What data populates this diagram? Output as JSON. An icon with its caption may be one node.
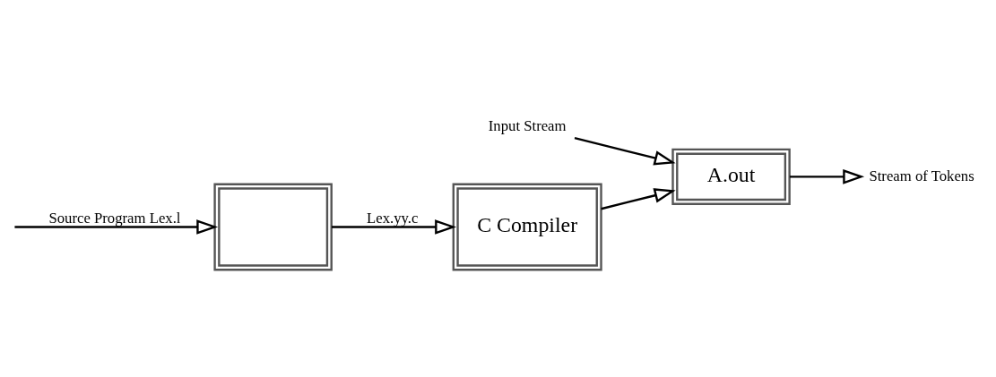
{
  "diagram": {
    "nodes": [
      {
        "text": [],
        "shape": "box"
      },
      {
        "text": [
          "C Compiler"
        ]
      },
      {
        "text": [
          "A.out"
        ]
      },
      {
        "text": [
          "Input Stream"
        ]
      },
      {
        "text": [
          "Stream of Tokens"
        ]
      }
    ],
    "edges": [
      {
        "from": null,
        "to": 0,
        "arrow": "to",
        "label": "Source Program Lex.l"
      },
      {
        "from": 0,
        "to": 1,
        "arrow": "to",
        "label": "Lex.yy.c"
      },
      {
        "from": 1,
        "to": 2,
        "arrow": "to"
      },
      {
        "from": 3,
        "to": 2,
        "arrow": "to"
      },
      {
        "from": 2,
        "to": 4,
        "arrow": "to"
      }
    ]
  }
}
